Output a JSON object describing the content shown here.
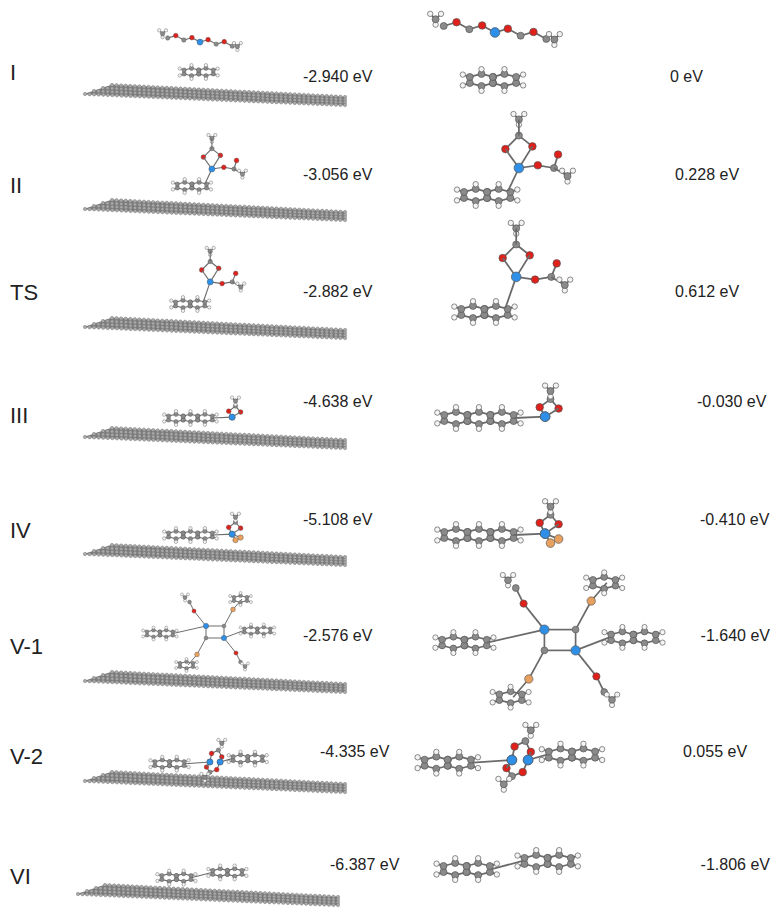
{
  "diagram": {
    "labels": [
      "I",
      "-2.940 eV",
      "0 eV",
      "II",
      "-3.056 eV",
      "0.228 eV",
      "TS",
      "-2.882 eV",
      "0.612 eV",
      "III",
      "-4.638 eV",
      "-0.030 eV",
      "IV",
      "-5.108 eV",
      "-0.410 eV",
      "V-1",
      "-2.576 eV",
      "-1.640 eV",
      "V-2",
      "-4.335 eV",
      "0.055 eV",
      "VI",
      "-6.387 eV",
      "-1.806 eV"
    ]
  }
}
